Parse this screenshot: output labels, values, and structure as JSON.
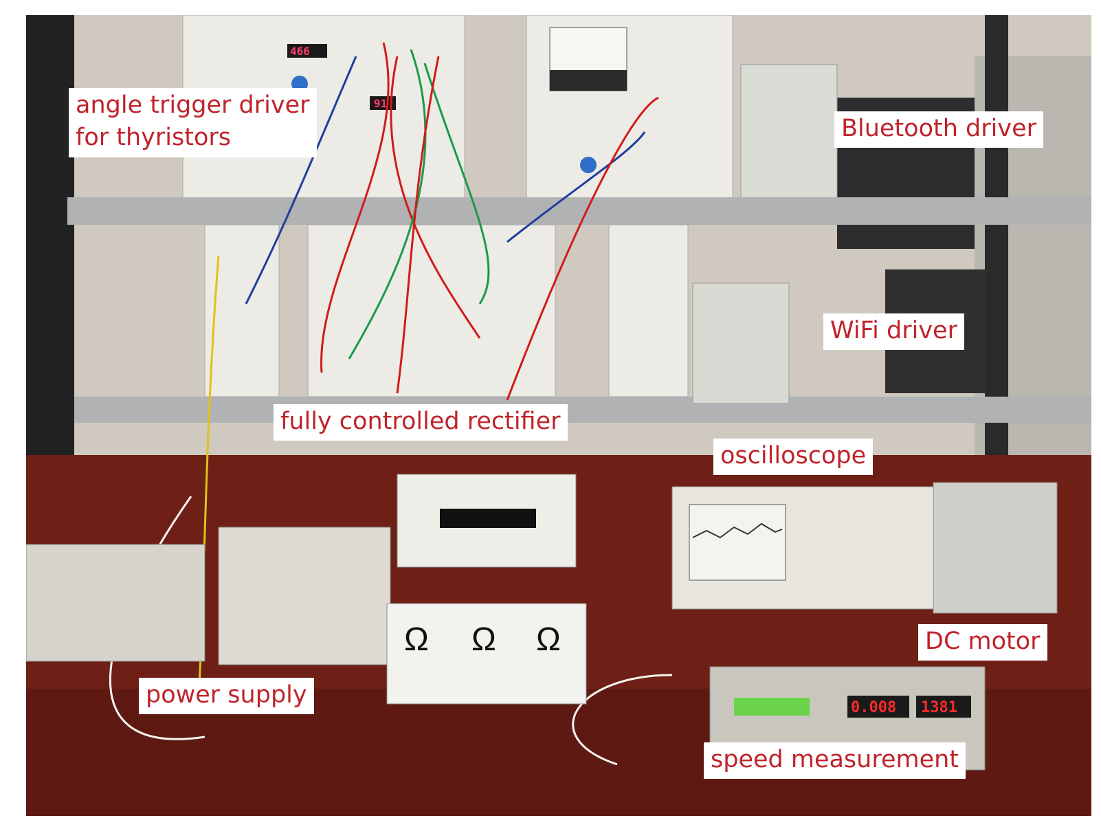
{
  "figure": {
    "labels": {
      "angle_trigger": [
        "angle trigger driver",
        "for thyristors"
      ],
      "bluetooth": "Bluetooth driver",
      "wifi": "WiFi driver",
      "rectifier": "fully controlled rectifier",
      "oscilloscope": "oscilloscope",
      "dc_motor": "DC motor",
      "power_supply": "power supply",
      "speed_measurement": "speed measurement"
    },
    "readouts": {
      "trigger_display_1": "466",
      "trigger_display_2": "91",
      "speed_display_1": "0.008",
      "speed_display_2": "1381"
    },
    "resistor_symbols": [
      "Ω",
      "Ω",
      "Ω"
    ],
    "colors": {
      "label_text": "#c0232b",
      "label_background": "#ffffff",
      "table": "#6e1f16",
      "panel": "#ecebe6",
      "led": "#ff2a2a",
      "cable_red": "#d11b1b",
      "cable_green": "#1a9a4a",
      "cable_blue": "#1f3f9a",
      "cable_yellow": "#e0c21a"
    }
  }
}
